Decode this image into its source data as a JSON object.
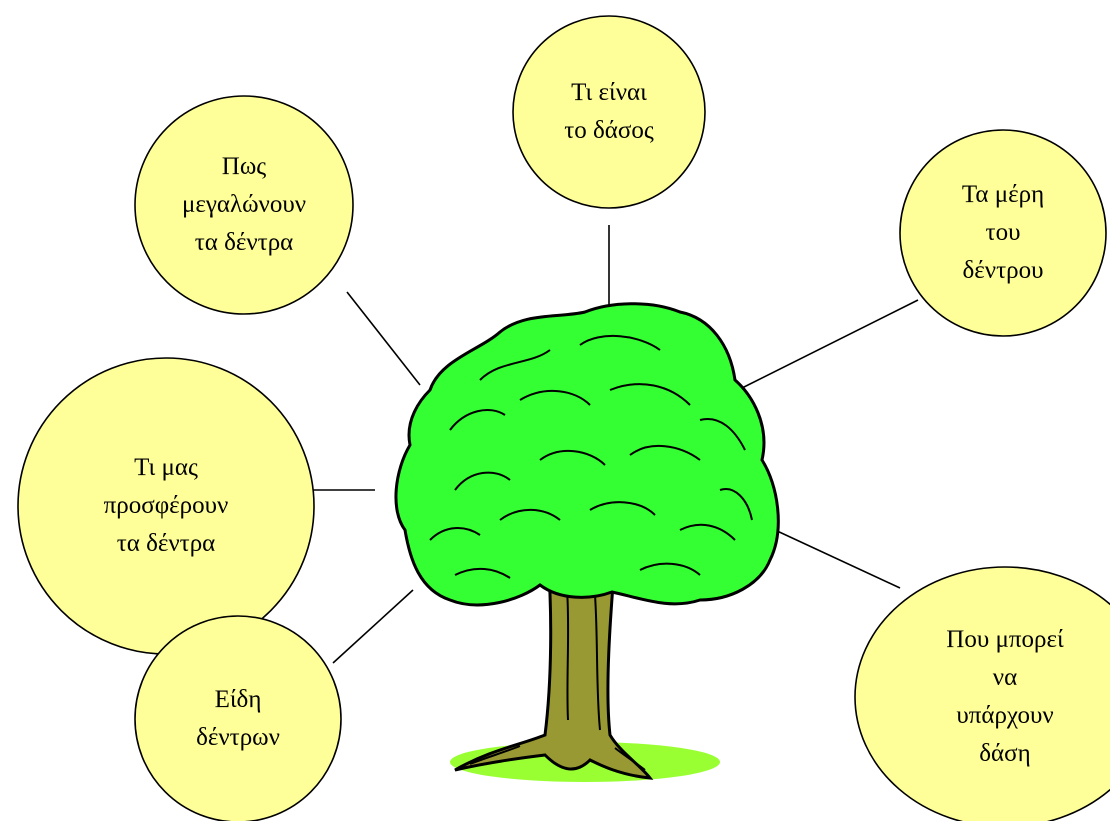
{
  "center": {
    "icon": "tree-icon"
  },
  "colors": {
    "bubble_fill": "#FFFF99",
    "bubble_stroke": "#000000",
    "foliage": "#33FF33",
    "trunk": "#999933",
    "grass": "#99FF33"
  },
  "topics": {
    "forest": {
      "lines": [
        "Τι είναι",
        "το δάσος"
      ]
    },
    "grow": {
      "lines": [
        "Πως",
        "μεγαλώνουν",
        "τα δέντρα"
      ]
    },
    "parts": {
      "lines": [
        "Τα μέρη",
        "του",
        "δέντρου"
      ]
    },
    "offer": {
      "lines": [
        "Τι μας",
        "προσφέρουν",
        "τα δέντρα"
      ]
    },
    "kinds": {
      "lines": [
        "Είδη",
        "δέντρων"
      ]
    },
    "where": {
      "lines": [
        "Που μπορεί",
        "να",
        "υπάρχουν",
        "δάση"
      ]
    }
  }
}
